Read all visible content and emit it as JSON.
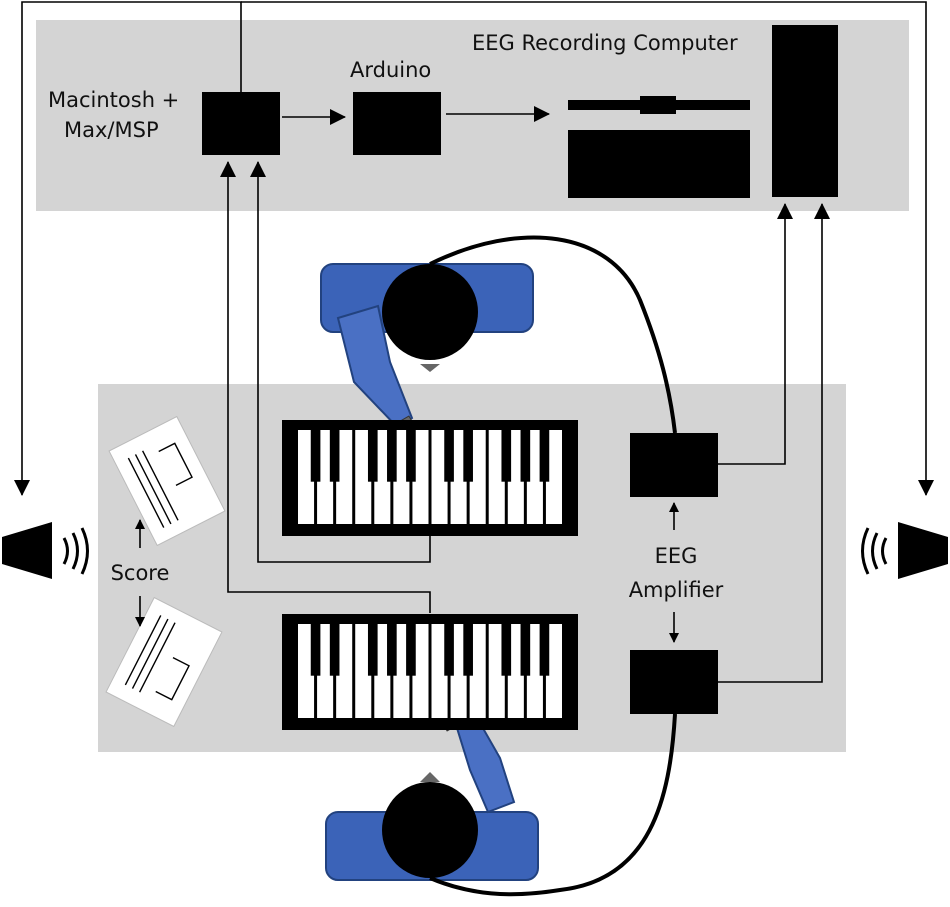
{
  "labels": {
    "mac": [
      "Macintosh +",
      "Max/MSP"
    ],
    "arduino": "Arduino",
    "eeg_computer": "EEG Recording Computer",
    "score": "Score",
    "eeg_amplifier": [
      "EEG",
      "Amplifier"
    ]
  },
  "colors": {
    "panel": "#d4d4d4",
    "device": "#000000",
    "chair": "#3b63b8",
    "arm": "#4a70c4",
    "hand": "#666666",
    "paper": "#ffffff",
    "wire": "#000000"
  },
  "icons": {
    "speaker_left": "speaker-icon",
    "speaker_right": "speaker-icon",
    "score_sheets": "sheet-music-icon",
    "keyboards": "piano-keyboard-icon",
    "musicians": "musician-topdown-icon"
  }
}
